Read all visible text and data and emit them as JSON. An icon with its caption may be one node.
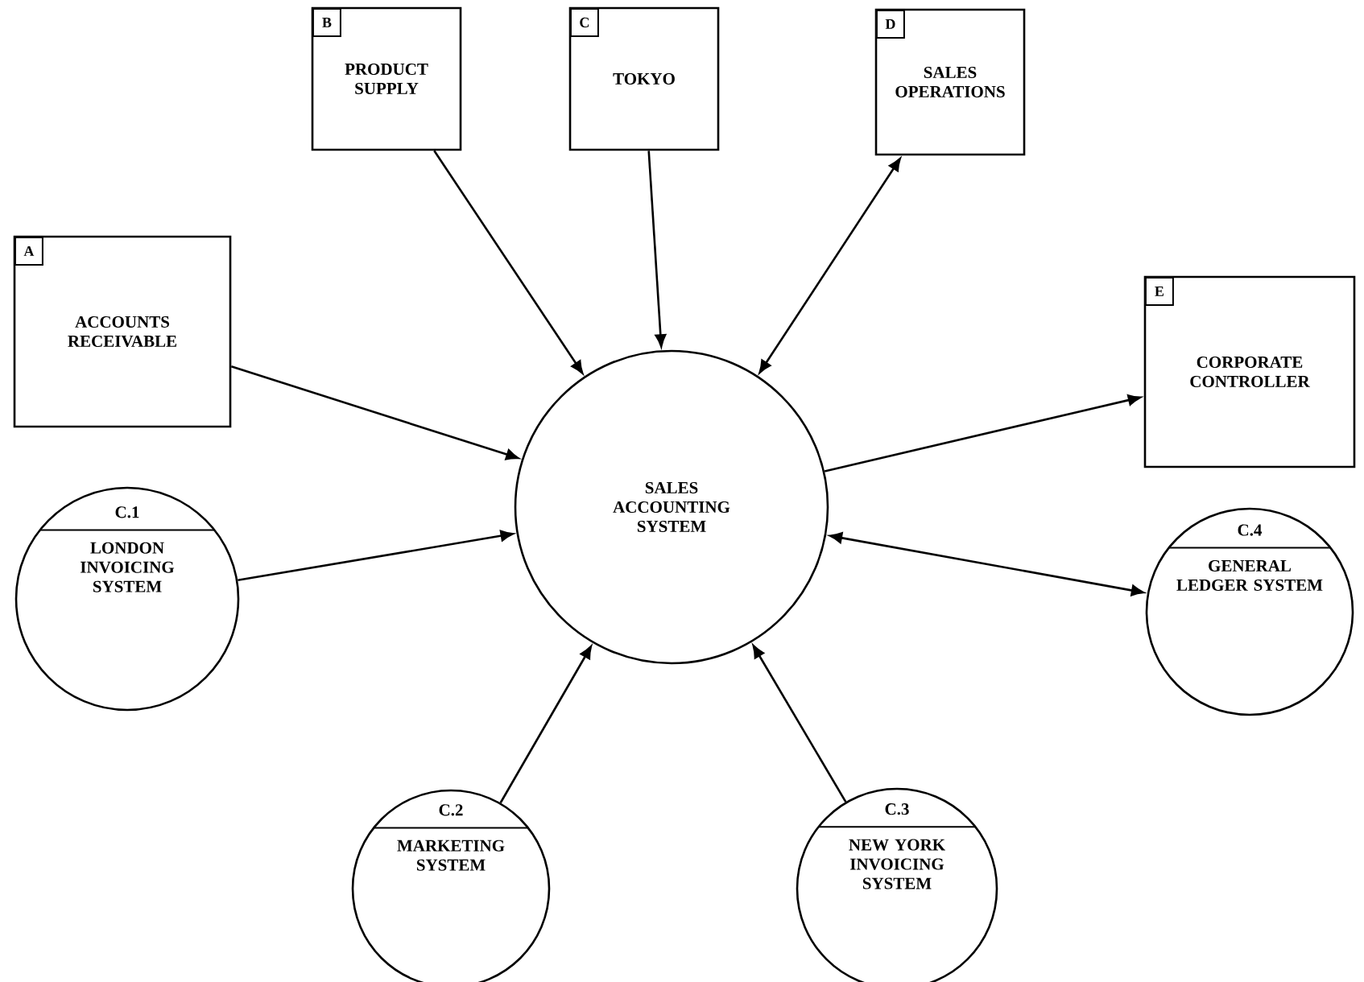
{
  "diagram": {
    "nodes": [
      {
        "text": [
          "B",
          "PRODUCT SUPPLY"
        ]
      },
      {
        "text": [
          "C",
          "TOKYO"
        ]
      },
      {
        "text": [
          "D",
          "SALES OPERATIONS"
        ]
      },
      {
        "text": [
          "A",
          "ACCOUNTS RECEIVABLE"
        ]
      },
      {
        "text": [
          "E",
          "CORPORATE CONTROLLER"
        ]
      },
      {
        "text": [
          "SALES ACCOUNTING SYSTEM"
        ]
      },
      {
        "text": [
          "C.1",
          "LONDON INVOICING SYSTEM"
        ]
      },
      {
        "text": [
          "C.4",
          "GENERAL LEDGER SYSTEM"
        ]
      },
      {
        "text": [
          "C.2",
          "MARKETING SYSTEM"
        ]
      },
      {
        "text": [
          "C.3",
          "NEW YORK INVOICING SYSTEM"
        ]
      }
    ],
    "edges": [
      {
        "from": 0,
        "to": 5,
        "arrow": "to"
      },
      {
        "from": 1,
        "to": 5,
        "arrow": "to"
      },
      {
        "from": 2,
        "to": 5,
        "arrow": "both"
      },
      {
        "from": 3,
        "to": 5,
        "arrow": "to"
      },
      {
        "from": 5,
        "to": 4,
        "arrow": "to"
      },
      {
        "from": 6,
        "to": 5,
        "arrow": "to"
      },
      {
        "from": 7,
        "to": 5,
        "arrow": "both"
      },
      {
        "from": 8,
        "to": 5,
        "arrow": "to"
      },
      {
        "from": 9,
        "to": 5,
        "arrow": "to"
      }
    ]
  }
}
